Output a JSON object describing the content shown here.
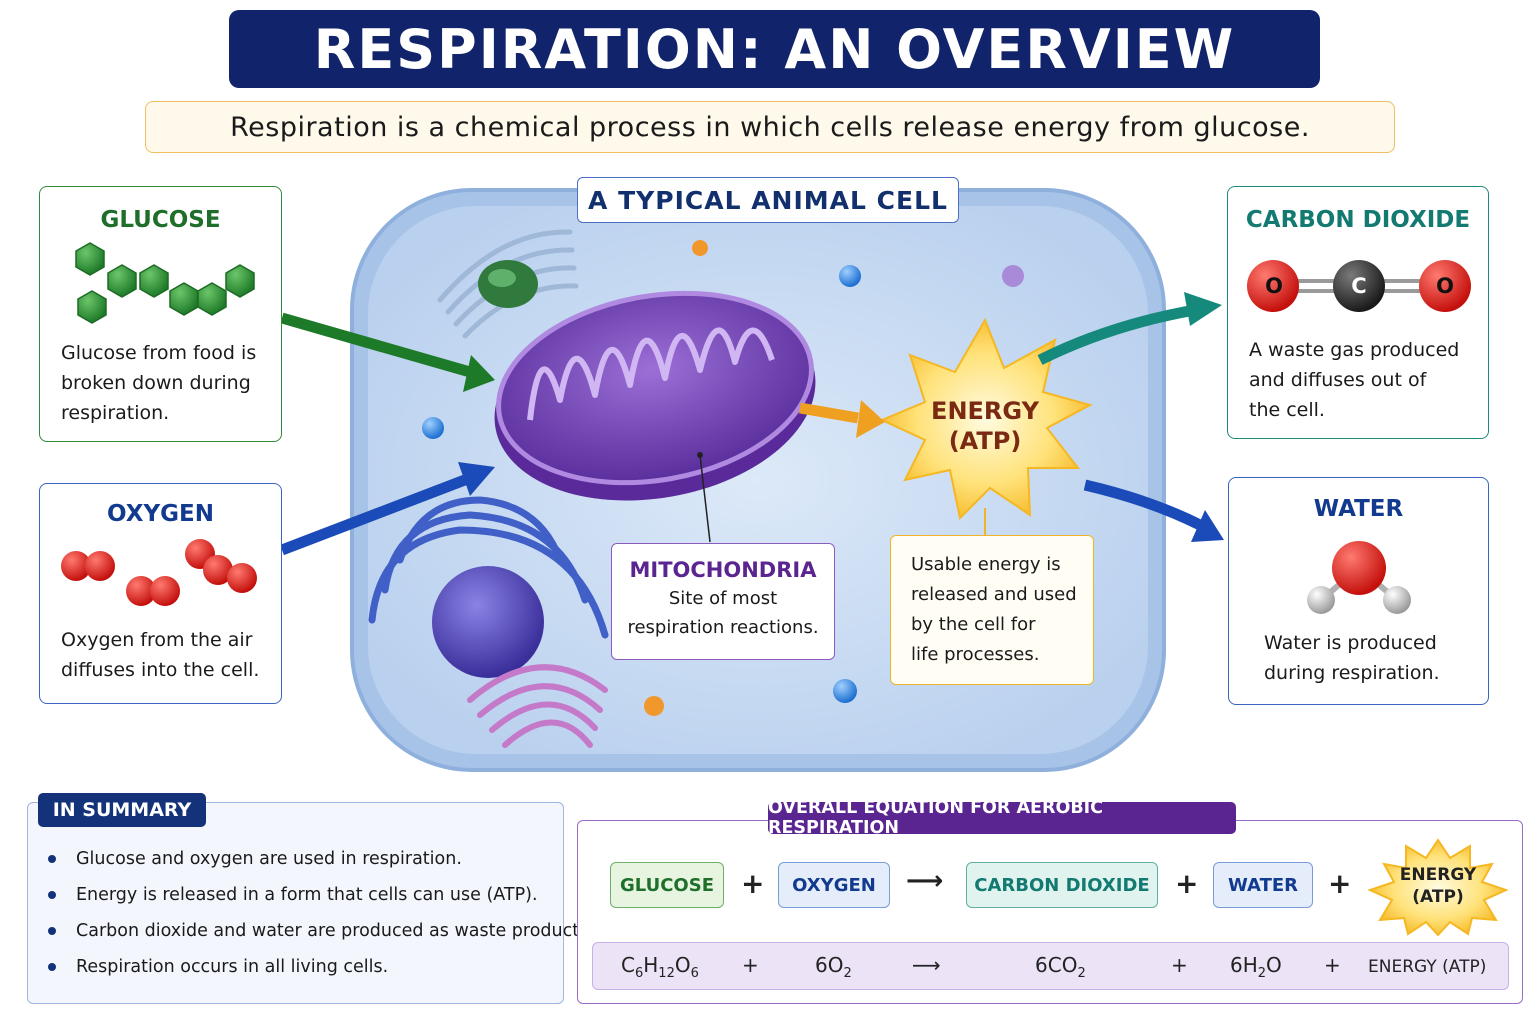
{
  "title": "RESPIRATION: AN OVERVIEW",
  "subtitle": "Respiration is a chemical process in which cells release energy from glucose.",
  "cell_label": "A TYPICAL ANIMAL CELL",
  "glucose": {
    "title": "GLUCOSE",
    "lines": [
      "Glucose from food is",
      "broken down during",
      "respiration."
    ],
    "color": "#1f6e2a"
  },
  "oxygen": {
    "title": "OXYGEN",
    "lines": [
      "Oxygen from the air",
      "diffuses into the cell."
    ],
    "color": "#123a8f"
  },
  "carbon_dioxide": {
    "title": "CARBON DIOXIDE",
    "atoms": [
      "O",
      "C",
      "O"
    ],
    "lines": [
      "A waste gas produced",
      "and diffuses out of",
      "the cell."
    ],
    "color": "#127a70"
  },
  "water": {
    "title": "WATER",
    "lines": [
      "Water is produced",
      "during respiration."
    ],
    "color": "#123a8f"
  },
  "mitochondria": {
    "title": "MITOCHONDRIA",
    "lines": [
      "Site of most",
      "respiration reactions."
    ],
    "color": "#5a2590"
  },
  "energy": {
    "burst_lines": [
      "ENERGY",
      "(ATP)"
    ],
    "lines": [
      "Usable energy is",
      "released and used",
      "by the cell for",
      "life processes."
    ],
    "color": "#7a2a12"
  },
  "summary": {
    "heading": "IN SUMMARY",
    "items": [
      "Glucose and oxygen are used in respiration.",
      "Energy is released in a form that cells can use (ATP).",
      "Carbon dioxide and water are produced as waste products.",
      "Respiration occurs in all living cells."
    ]
  },
  "equation": {
    "heading": "OVERALL EQUATION FOR AEROBIC RESPIRATION",
    "words": [
      "GLUCOSE",
      "OXYGEN",
      "CARBON DIOXIDE",
      "WATER"
    ],
    "energy_lines": [
      "ENERGY",
      "(ATP)"
    ],
    "plus": "+",
    "arrow": "⟶",
    "formula": {
      "glucose": {
        "C": "C",
        "c_n": "6",
        "H": "H",
        "h_n": "12",
        "O": "O",
        "o_n": "6"
      },
      "oxygen": {
        "coef": "6O",
        "n": "2"
      },
      "co2": {
        "coef": "6CO",
        "n": "2"
      },
      "water": {
        "pre": "6H",
        "n": "2",
        "post": "O"
      },
      "energy": "ENERGY (ATP)"
    }
  }
}
